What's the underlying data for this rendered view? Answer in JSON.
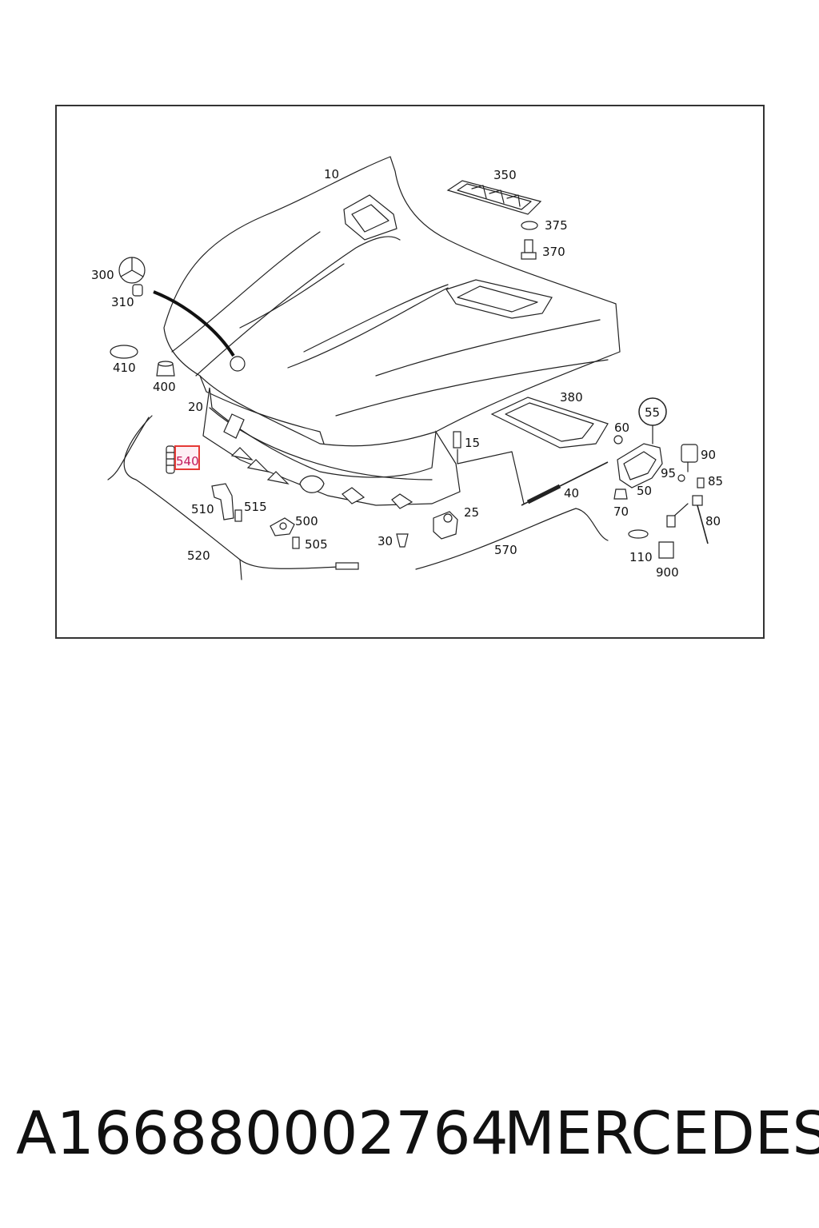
{
  "callouts": [
    {
      "id": "10",
      "text": "10"
    },
    {
      "id": "350",
      "text": "350"
    },
    {
      "id": "375",
      "text": "375"
    },
    {
      "id": "370",
      "text": "370"
    },
    {
      "id": "300",
      "text": "300"
    },
    {
      "id": "310",
      "text": "310"
    },
    {
      "id": "410",
      "text": "410"
    },
    {
      "id": "400",
      "text": "400"
    },
    {
      "id": "20",
      "text": "20"
    },
    {
      "id": "380",
      "text": "380"
    },
    {
      "id": "55",
      "text": "55"
    },
    {
      "id": "60",
      "text": "60"
    },
    {
      "id": "15",
      "text": "15"
    },
    {
      "id": "540",
      "text": "540"
    },
    {
      "id": "90",
      "text": "90"
    },
    {
      "id": "95",
      "text": "95"
    },
    {
      "id": "85",
      "text": "85"
    },
    {
      "id": "40",
      "text": "40"
    },
    {
      "id": "50",
      "text": "50"
    },
    {
      "id": "510",
      "text": "510"
    },
    {
      "id": "515",
      "text": "515"
    },
    {
      "id": "70",
      "text": "70"
    },
    {
      "id": "25",
      "text": "25"
    },
    {
      "id": "80",
      "text": "80"
    },
    {
      "id": "500",
      "text": "500"
    },
    {
      "id": "505",
      "text": "505"
    },
    {
      "id": "30",
      "text": "30"
    },
    {
      "id": "570",
      "text": "570"
    },
    {
      "id": "110",
      "text": "110"
    },
    {
      "id": "520",
      "text": "520"
    },
    {
      "id": "900",
      "text": "900"
    }
  ],
  "highlighted_callout": "540",
  "highlight_color": "#e53935",
  "footer": {
    "part_number": "A166880002764",
    "brand": "MERCEDES"
  }
}
